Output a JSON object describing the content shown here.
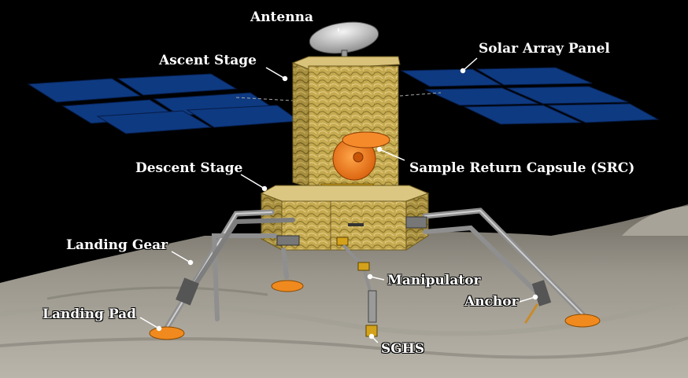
{
  "labels": {
    "antenna": "Antenna",
    "ascent_stage": "Ascent Stage",
    "solar_array_panel": "Solar Array Panel",
    "descent_stage": "Descent Stage",
    "sample_return_capsule": "Sample Return Capsule (SRC)",
    "landing_gear": "Landing Gear",
    "manipulator": "Manipulator",
    "anchor": "Anchor",
    "landing_pad": "Landing Pad",
    "sghs": "SGHS"
  },
  "colors": {
    "space": "#000000",
    "ground": "#8e8a80",
    "solar_panel": "#0e3a82",
    "gold_body": "#c9ae55",
    "capsule": "#f07a1a",
    "leg": "#9a9a9a"
  }
}
